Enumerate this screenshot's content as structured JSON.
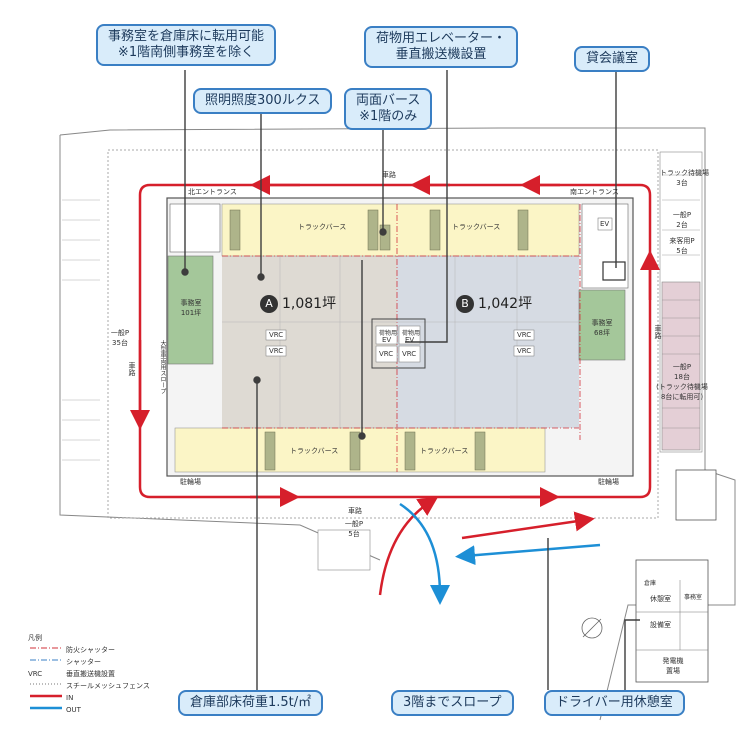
{
  "callouts": {
    "office_convert": [
      "事務室を倉庫床に転用可能",
      "※1階南側事務室を除く"
    ],
    "freight_elevator": [
      "荷物用エレベーター・",
      "垂直搬送機設置"
    ],
    "rental_room": "貸会議室",
    "lighting": "照明照度300ルクス",
    "double_berth": [
      "両面バース",
      "※1階のみ"
    ],
    "floor_load": "倉庫部床荷重1.5t/㎡",
    "slope": "3階までスロープ",
    "driver_lounge": "ドライバー用休憩室"
  },
  "plan": {
    "road_top": "車路",
    "road_bottom": "車路",
    "road_right": "車路",
    "road_left": "車路",
    "north_entrance": "北エントランス",
    "south_entrance": "南エントランス",
    "truck_berth": "トラックバース",
    "zone_a": {
      "letter": "A",
      "area": "1,081坪"
    },
    "zone_b": {
      "letter": "B",
      "area": "1,042坪"
    },
    "office_left": [
      "事務室",
      "101坪"
    ],
    "office_right": [
      "事務室",
      "68坪"
    ],
    "ev": "EV",
    "vrc": "VRC",
    "freight_ev": "荷物用",
    "parking_left": [
      "一般P",
      "35台"
    ],
    "parking_bottom": [
      "一般P",
      "5台"
    ],
    "truck_standby": [
      "トラック待機場",
      "3台"
    ],
    "parking_right_small": [
      "一般P",
      "2台"
    ],
    "guest_parking": [
      "来客用P",
      "5台"
    ],
    "parking_right_big": [
      "一般P",
      "18台",
      "(トラック待機場",
      "8台に転用可)"
    ],
    "lounge": "休憩室",
    "equipment_room": "設備室",
    "generator": [
      "発電機",
      "置場"
    ],
    "storage": "倉庫",
    "ramp_label": "大型車両用スロープ",
    "office_small": "事務室",
    "bike_left": "駐輪場",
    "bike_right": "駐輪場"
  },
  "legend": {
    "title": "凡例",
    "items": [
      {
        "code": "",
        "text": "防火シャッター",
        "color": "#d0323a",
        "style": "dashdot"
      },
      {
        "code": "",
        "text": "シャッター",
        "color": "#3a7fc4",
        "style": "dashdot"
      },
      {
        "code": "VRC",
        "text": "垂直搬送機設置",
        "color": "",
        "style": "text"
      },
      {
        "code": "",
        "text": "スチールメッシュフェンス",
        "color": "#777777",
        "style": "dotted"
      },
      {
        "code": "",
        "text": "IN",
        "color": "#d61f2b",
        "style": "solid"
      },
      {
        "code": "",
        "text": "OUT",
        "color": "#1d8fd6",
        "style": "solid"
      }
    ]
  },
  "colors": {
    "in_arrow": "#d61f2b",
    "out_arrow": "#1d8fd6",
    "berth": "#fbf5c6",
    "office": "#a4c79a",
    "zone_a": "#dedad3",
    "zone_b": "#d6dbe3",
    "callout_bg": "#d9ecfa",
    "callout_border": "#3a7fc4"
  }
}
